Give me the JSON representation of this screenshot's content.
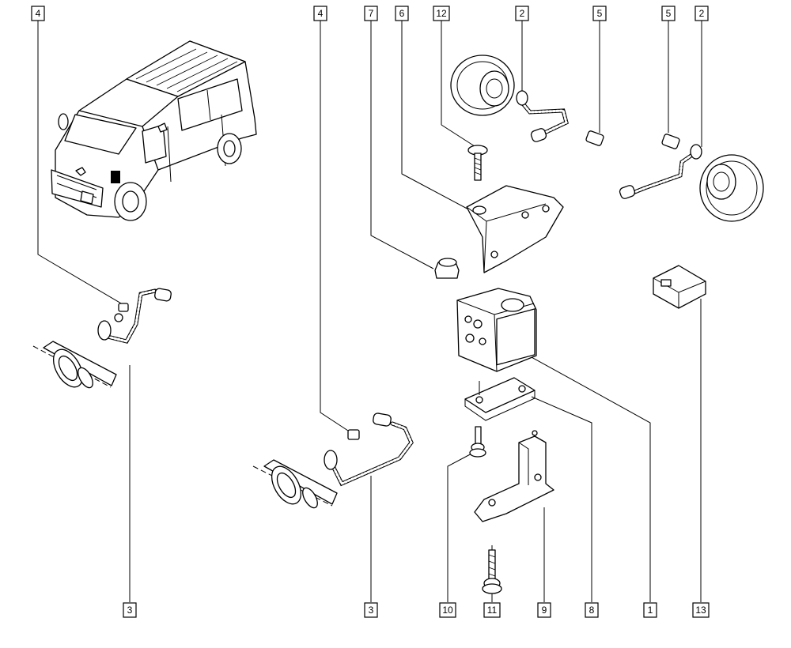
{
  "callouts": {
    "top": [
      "4",
      "4",
      "7",
      "6",
      "12",
      "2",
      "5",
      "5",
      "2"
    ],
    "bottom": [
      "3",
      "3",
      "10",
      "11",
      "9",
      "8",
      "1",
      "13"
    ]
  }
}
